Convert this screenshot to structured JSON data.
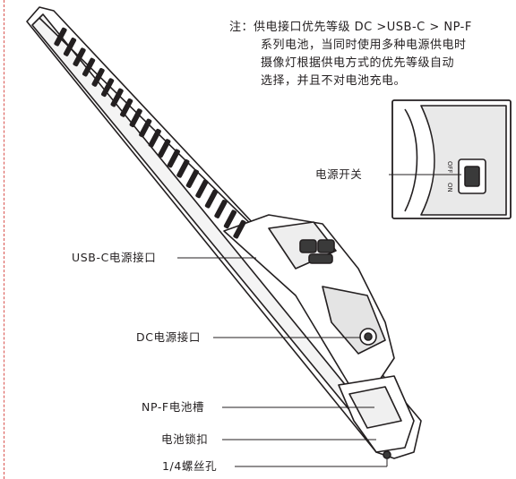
{
  "note": {
    "prefix": "注：",
    "lines": [
      "供电接口优先等级 DC >USB-C > NP-F",
      "系列电池，当同时使用多种电源供电时",
      "摄像灯根据供电方式的优先等级自动",
      "选择，并且不对电池充电。"
    ]
  },
  "labels": {
    "power_switch": "电源开关",
    "usbc_port": "USB-C电源接口",
    "dc_port": "DC电源接口",
    "npf_slot": "NP-F电池槽",
    "battery_lock": "电池锁扣",
    "screw_hole": "1/4螺丝孔"
  },
  "switch_marks": {
    "off": "OFF",
    "on": "ON"
  },
  "colors": {
    "line": "#231f20",
    "shade": "#dcdcdc",
    "dark": "#3a3a3a",
    "accent_border": "#d9534f"
  }
}
